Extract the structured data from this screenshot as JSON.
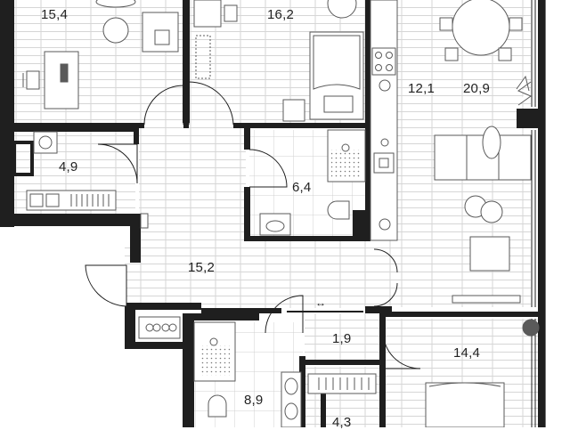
{
  "plan": {
    "colors": {
      "wall": "#1f1f1f",
      "floor_line": "#cfcfcf",
      "furniture": "#5a5a5a",
      "tile": "#cfcfcf",
      "background": "#ffffff"
    },
    "rooms": [
      {
        "id": "bedroom-top-left",
        "area": "15,4"
      },
      {
        "id": "bedroom-top-middle",
        "area": "16,2"
      },
      {
        "id": "kitchen",
        "area": "12,1"
      },
      {
        "id": "living-room",
        "area": "20,9"
      },
      {
        "id": "laundry",
        "area": "4,9"
      },
      {
        "id": "bathroom-middle",
        "area": "6,4"
      },
      {
        "id": "hallway",
        "area": "15,2"
      },
      {
        "id": "vestibule",
        "area": "1,9"
      },
      {
        "id": "bedroom-bottom-right",
        "area": "14,4"
      },
      {
        "id": "bathroom-bottom",
        "area": "8,9"
      },
      {
        "id": "closet-bottom",
        "area": "4,3"
      }
    ],
    "symbols": {
      "sliding_door": "↔"
    }
  }
}
